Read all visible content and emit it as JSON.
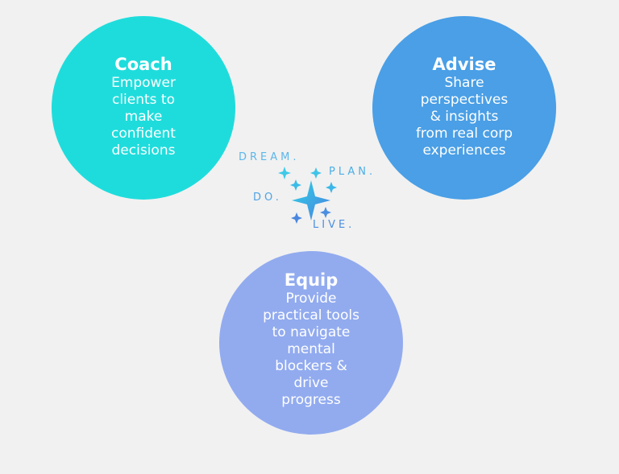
{
  "nodes": [
    {
      "title": "Coach",
      "body": "Empower\nclients to\nmake\nconfident\ndecisions",
      "color": "#1fdcdc"
    },
    {
      "title": "Advise",
      "body": "Share\nperspectives\n& insights\nfrom real corp\nexperiences",
      "color": "#4a9fe6"
    },
    {
      "title": "Equip",
      "body": "Provide\npractical tools\nto navigate\nmental\nblockers &\ndrive\nprogress",
      "color": "#92abef"
    }
  ],
  "logo": {
    "dream": "DREAM.",
    "plan": "PLAN.",
    "do": "DO.",
    "live": "LIVE.",
    "icon": "sparkle-stars-icon"
  }
}
